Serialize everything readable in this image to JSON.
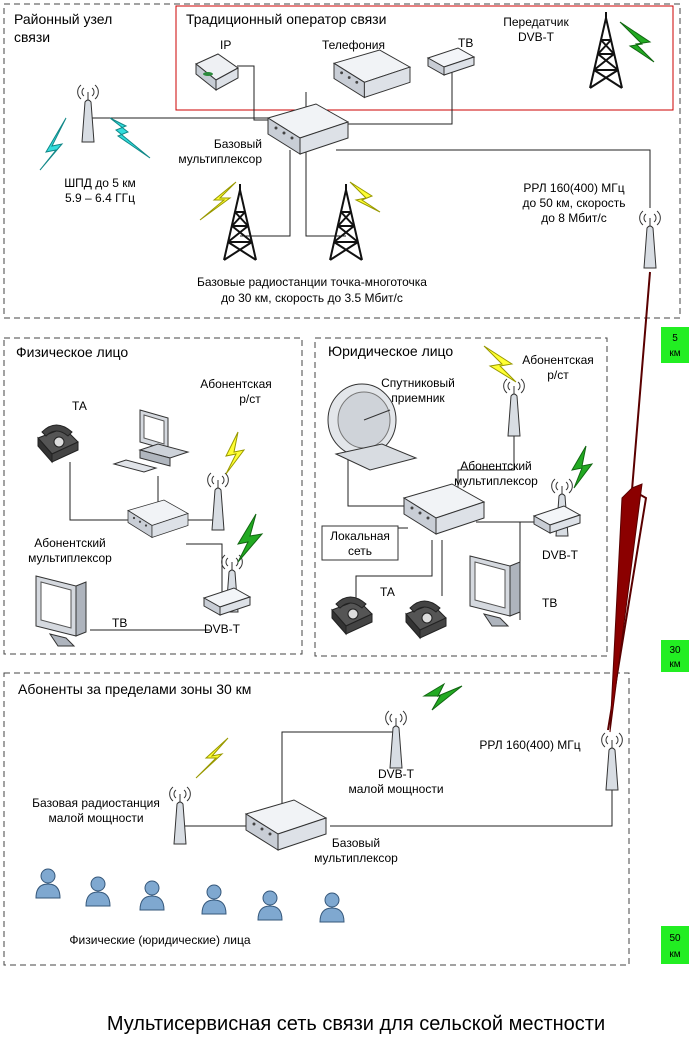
{
  "title": "Мультисервисная сеть связи для сельской местности",
  "zones": {
    "district": "Районный узел",
    "district2": "связи",
    "operator": "Традиционный оператор связи",
    "individual": "Физическое лицо",
    "legal": "Юридическое лицо",
    "outside": "Абоненты за пределами зоны 30 км"
  },
  "labels": {
    "ip": "IP",
    "telephony": "Телефония",
    "tv": "ТВ",
    "dvbt_tx1": "Передатчик",
    "dvbt_tx2": "DVB-T",
    "base_mux1": "Базовый",
    "base_mux2": "мультиплексор",
    "shpd1": "ШПД до 5 км",
    "shpd2": "5.9 – 6.4 ГГц",
    "rrl1": "РРЛ 160(400) МГц",
    "rrl2": "до 50 км, скорость",
    "rrl3": "до 8 Мбит/с",
    "base_radio1": "Базовые радиостанции точка-многоточка",
    "base_radio2": "до 30 км, скорость до 3.5 Мбит/с",
    "ind_ta": "ТА",
    "ind_sub_station1": "Абонентская",
    "ind_sub_station2": "р/ст",
    "ind_mux1": "Абонентский",
    "ind_mux2": "мультиплексор",
    "ind_tv": "ТВ",
    "ind_dvbt": "DVB-T",
    "leg_sat1": "Спутниковый",
    "leg_sat2": "приемник",
    "leg_sub_station1": "Абонентская",
    "leg_sub_station2": "р/ст",
    "leg_mux1": "Абонентский",
    "leg_mux2": "мультиплексор",
    "leg_lan1": "Локальная",
    "leg_lan2": "сеть",
    "leg_dvbt": "DVB-T",
    "leg_ta": "ТА",
    "leg_tv": "ТВ",
    "out_dvbt1": "DVB-T",
    "out_dvbt2": "малой мощности",
    "out_rrl": "РРЛ 160(400) МГц",
    "out_base1": "Базовая радиостанция",
    "out_base2": "малой мощности",
    "out_mux1": "Базовый",
    "out_mux2": "мультиплексор",
    "out_persons": "Физические (юридические) лица"
  },
  "distance_markers": [
    {
      "value": "5",
      "unit": "км"
    },
    {
      "value": "30",
      "unit": "км"
    },
    {
      "value": "50",
      "unit": "км"
    }
  ],
  "colors": {
    "operator_border": "#cc0000",
    "marker_fill": "#22ee22",
    "bolt_yellow": "#ffff33",
    "bolt_green": "#22aa22",
    "bolt_cyan": "#33dddd",
    "bolt_red": "#8b0000",
    "person": "#7fa8d0",
    "device": "#e4e8ee"
  }
}
